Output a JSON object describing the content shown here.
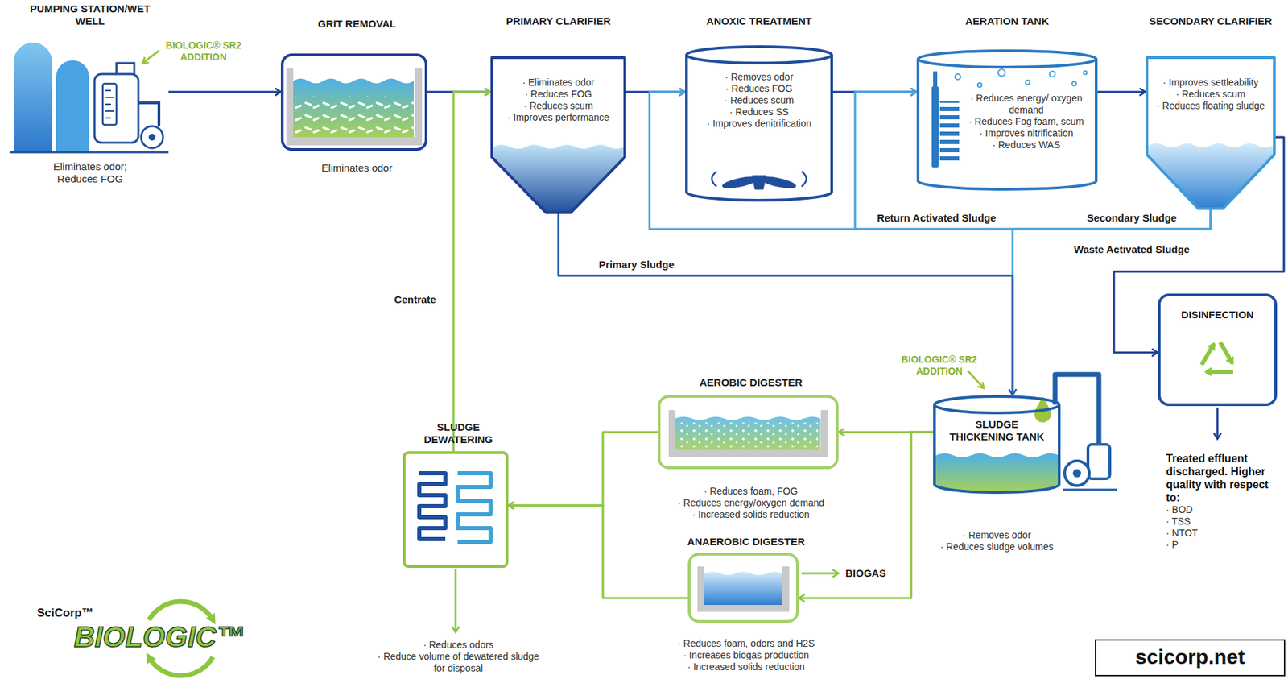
{
  "diagram": {
    "nodes": [
      {
        "text": [
          "PUMPING STATION/WET WELL",
          "Eliminates odor; Reduces FOG"
        ]
      },
      {
        "text": [
          "GRIT REMOVAL",
          "Eliminates odor"
        ]
      },
      {
        "text": [
          "PRIMARY CLARIFIER",
          "· Eliminates odor",
          "· Reduces FOG",
          "· Reduces scum",
          "· Improves performance"
        ]
      },
      {
        "text": [
          "ANOXIC TREATMENT",
          "· Removes odor",
          "· Reduces FOG",
          "· Reduces scum",
          "· Reduces SS",
          "· Improves denitrification"
        ]
      },
      {
        "text": [
          "AERATION TANK",
          "· Reduces energy/ oxygen demand",
          "· Reduces Fog foam, scum",
          "· Improves nitrification",
          "· Reduces WAS"
        ]
      },
      {
        "text": [
          "SECONDARY CLARIFIER",
          "· Improves settleability",
          "· Reduces scum",
          "· Reduces floating sludge"
        ]
      },
      {
        "text": [
          "DISINFECTION",
          "Treated effluent discharged. Higher quality with respect to:",
          "· BOD",
          "· TSS",
          "· NTOT",
          "· P"
        ]
      },
      {
        "text": [
          "SLUDGE THICKENING TANK",
          "· Removes odor",
          "· Reduces sludge volumes"
        ]
      },
      {
        "text": [
          "AEROBIC DIGESTER",
          "· Reduces foam, FOG",
          "· Reduces energy/oxygen demand",
          "· Increased solids reduction"
        ]
      },
      {
        "text": [
          "ANAEROBIC DIGESTER",
          "· Reduces foam, odors and H2S",
          "· Increases biogas production",
          "· Increased solids reduction"
        ]
      },
      {
        "text": [
          "SLUDGE DEWATERING",
          "· Reduces odors",
          "· Reduce volume of dewatered sludge for disposal"
        ]
      },
      {
        "text": [
          "scicorp.net"
        ]
      }
    ],
    "edges": [
      {
        "from": 0,
        "to": 1,
        "arrow": "to"
      },
      {
        "from": 1,
        "to": 2,
        "arrow": "to"
      },
      {
        "from": 2,
        "to": 3,
        "arrow": "to"
      },
      {
        "from": 3,
        "to": 4,
        "arrow": "to"
      },
      {
        "from": 4,
        "to": 5,
        "arrow": "to"
      },
      {
        "from": 5,
        "to": 6,
        "arrow": "to"
      },
      {
        "from": 5,
        "to": 3,
        "label": "Return Activated Sludge",
        "arrow": "to"
      },
      {
        "from": 5,
        "to": 4,
        "arrow": "to"
      },
      {
        "from": 5,
        "to": 7,
        "label": "Waste Activated Sludge",
        "arrow": "to"
      },
      {
        "from": 2,
        "to": 7,
        "label": "Primary Sludge",
        "arrow": "to"
      },
      {
        "from": 7,
        "to": 8,
        "arrow": "to"
      },
      {
        "from": 7,
        "to": 9,
        "arrow": "to"
      },
      {
        "from": 8,
        "to": 10,
        "arrow": "to"
      },
      {
        "from": 9,
        "to": 10,
        "arrow": "to"
      },
      {
        "from": 10,
        "to": 2,
        "label": "Centrate",
        "arrow": "to"
      }
    ],
    "labels": [
      "BIOLOGIC® SR2 ADDITION",
      "Secondary Sludge",
      "BIOLOGIC® SR2 ADDITION",
      "BIOGAS",
      "SciCorp™",
      "BIOLOGIC™"
    ]
  }
}
